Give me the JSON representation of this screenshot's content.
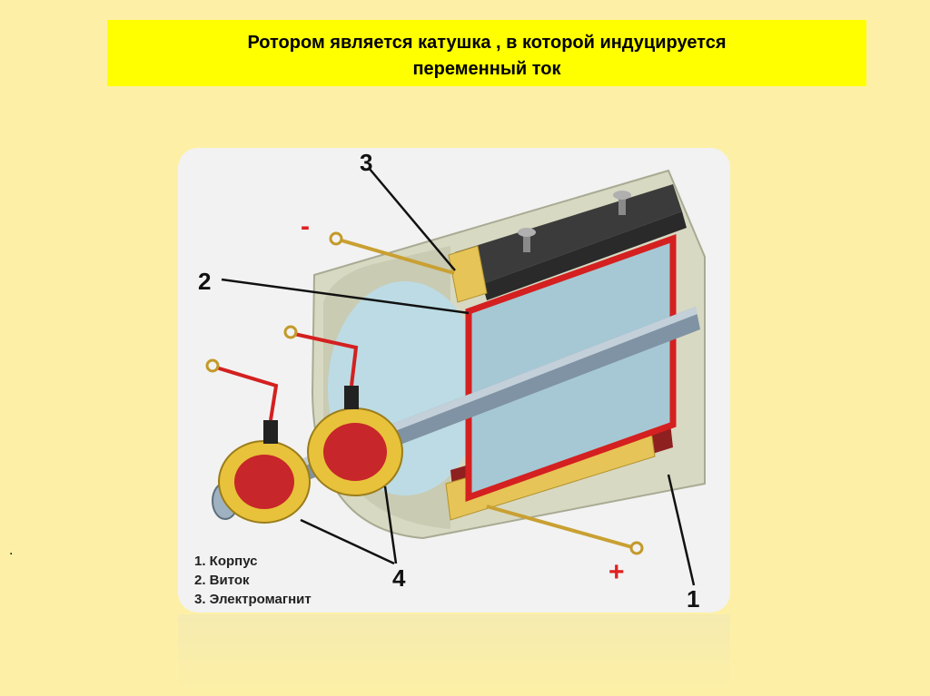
{
  "slide": {
    "title_line1": "Ротором является  катушка , в которой  индуцируется",
    "title_line2": "переменный  ток",
    "footnote_mark": "."
  },
  "diagram": {
    "callouts": [
      "1",
      "2",
      "3",
      "4"
    ],
    "polarity_minus": "-",
    "polarity_plus": "+",
    "legend": [
      "1. Корпус",
      "2. Виток",
      "3. Электромагнит"
    ]
  },
  "colors": {
    "slide_background": "#fdf0a6",
    "banner": "#ffff00",
    "coil_wire": "#d42020",
    "slip_ring": "#e8c23a",
    "shaft": "#7f93a4"
  }
}
